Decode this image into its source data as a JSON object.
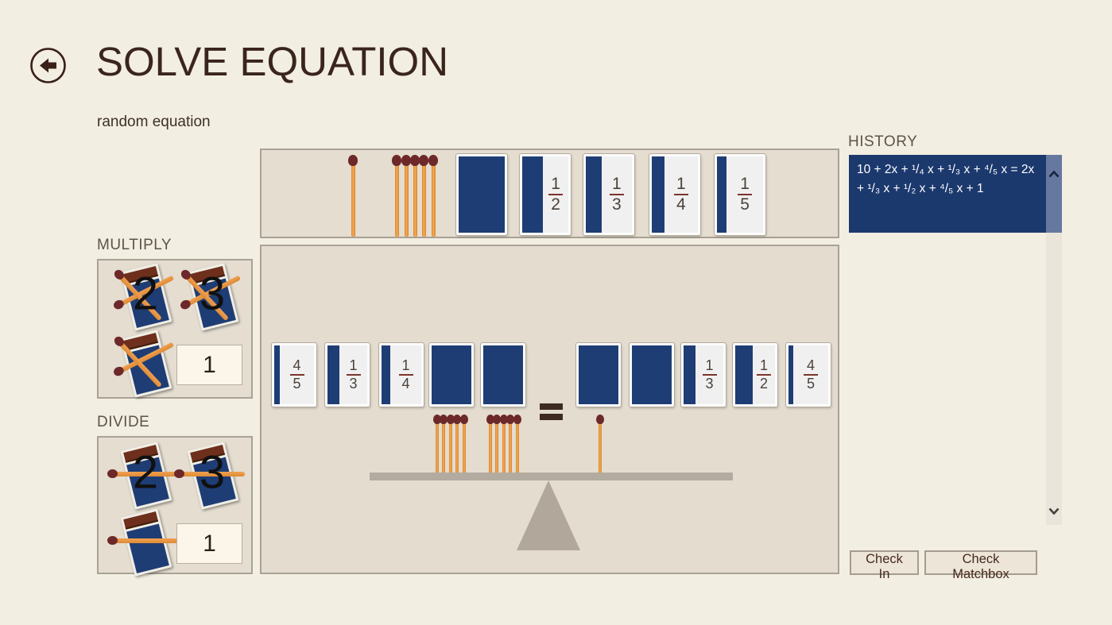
{
  "window": {
    "title": "SOLVE EQUATION",
    "subtitle": "random equation"
  },
  "icons": {
    "back": "back-arrow-icon",
    "scroll_up": "chevron-up-icon",
    "scroll_down": "chevron-down-icon",
    "matchbox_multiply": "matchbox-crossed-matches-icon",
    "matchbox_divide": "matchbox-horizontal-match-icon"
  },
  "history": {
    "label": "HISTORY",
    "items": [
      {
        "equation": "10 + 2x +  ¹/₄ x +  ¹/₃ x +  ⁴/₅ x = 2x +  ¹/₃ x +  ¹/₂ x +  ⁴/₅ x + 1",
        "selected": true
      }
    ]
  },
  "multiply": {
    "label": "MULTIPLY",
    "matchbox_2": "2",
    "matchbox_3": "3",
    "value": "1"
  },
  "divide": {
    "label": "DIVIDE",
    "matchbox_2": "2",
    "matchbox_3": "3",
    "value": "1"
  },
  "tray": {
    "match_single_count": 1,
    "match_bundle_count": 5,
    "cards": [
      {
        "type": "full"
      },
      {
        "type": "fraction",
        "numerator": "1",
        "denominator": "2"
      },
      {
        "type": "fraction",
        "numerator": "1",
        "denominator": "3"
      },
      {
        "type": "fraction",
        "numerator": "1",
        "denominator": "4"
      },
      {
        "type": "fraction",
        "numerator": "1",
        "denominator": "5"
      }
    ]
  },
  "board": {
    "left_cards": [
      {
        "type": "fraction",
        "numerator": "4",
        "denominator": "5"
      },
      {
        "type": "fraction",
        "numerator": "1",
        "denominator": "3"
      },
      {
        "type": "fraction",
        "numerator": "1",
        "denominator": "4"
      },
      {
        "type": "full"
      },
      {
        "type": "full"
      }
    ],
    "right_cards": [
      {
        "type": "full"
      },
      {
        "type": "full"
      },
      {
        "type": "fraction",
        "numerator": "1",
        "denominator": "3"
      },
      {
        "type": "fraction",
        "numerator": "1",
        "denominator": "2"
      },
      {
        "type": "fraction",
        "numerator": "4",
        "denominator": "5"
      }
    ],
    "left_match_count": 10,
    "right_match_count": 1,
    "equals": "="
  },
  "actions": {
    "check_in": "Check In",
    "check_matchbox": "Check Matchbox"
  },
  "colors": {
    "page_bg": "#f3eee2",
    "panel_bg": "#e4ddd0",
    "panel_border": "#a9a195",
    "card_navy": "#1f3d75",
    "history_blue": "#1c396e",
    "scroll_thumb": "#66789f",
    "match_stick": "#e8963f",
    "match_head": "#6d2829",
    "title_brown": "#3a251c",
    "balance_gray": "#b3aba0"
  }
}
